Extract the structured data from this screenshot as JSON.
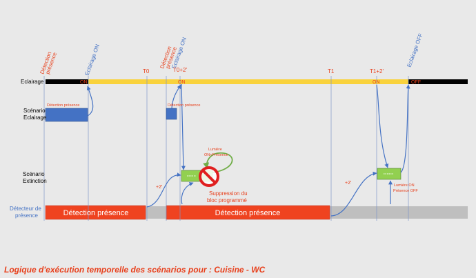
{
  "rows": {
    "eclairage": "Eclairage",
    "scenario_eclairage": [
      "Scénario",
      "Eclairage"
    ],
    "scenario_extinction": [
      "Scénario",
      "Extinction"
    ],
    "detecteur": [
      "Détecteur de",
      "présence"
    ]
  },
  "top_labels": {
    "detection_1": [
      "Détection",
      "présence"
    ],
    "eclairage_on_1": "Eclairage ON",
    "detection_2": [
      "Détection",
      "présence"
    ],
    "eclairage_on_2": "Eclairage ON",
    "eclairage_off": "Eclairage OFF"
  },
  "time_labels": {
    "t0": "T0",
    "t0_plus": "T0+2'",
    "t1": "T1",
    "t1_plus": "T1+2'"
  },
  "bar_labels": {
    "on_1": "ON",
    "on_2": "ON",
    "on_3": "ON",
    "off": "OFF"
  },
  "small": {
    "detection_small_1": "Détection présence",
    "detection_small_2": "Détection présence",
    "lumiere_1": [
      "Lumière",
      "ON+Présence"
    ],
    "lumiere_2": [
      "Lumière ON",
      "Présence OFF"
    ],
    "plus2_1": "+2'",
    "plus2_2": "+2'"
  },
  "suppression": [
    "Suppression du",
    "bloc programmé"
  ],
  "detector_bars": {
    "bar_1": "Détection présence",
    "bar_2": "Détection présence"
  },
  "caption": "Logique d'exécution temporelle des scénarios pour : Cuisine - WC",
  "colors": {
    "red": "#e8401c",
    "blue": "#4472c4",
    "yellow": "#f9d23c",
    "green": "#92d050",
    "black": "#000000",
    "grey": "#bfbfbf"
  }
}
